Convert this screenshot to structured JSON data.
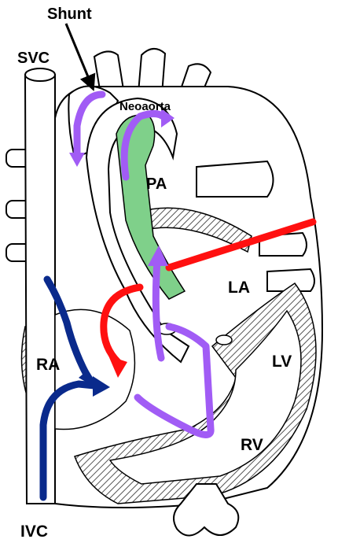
{
  "labels": {
    "shunt": "Shunt",
    "svc": "SVC",
    "neoaorta": "Neoaorta",
    "pa": "PA",
    "la": "LA",
    "ra": "RA",
    "lv": "LV",
    "rv": "RV",
    "ivc": "IVC"
  },
  "colors": {
    "deoxygenated_flow": "#0a2a8c",
    "oxygenated_flow": "#ff1010",
    "mixed_flow": "#a15cf5",
    "pulmonary_artery_fill": "#7fd08a",
    "outline": "#000000"
  }
}
